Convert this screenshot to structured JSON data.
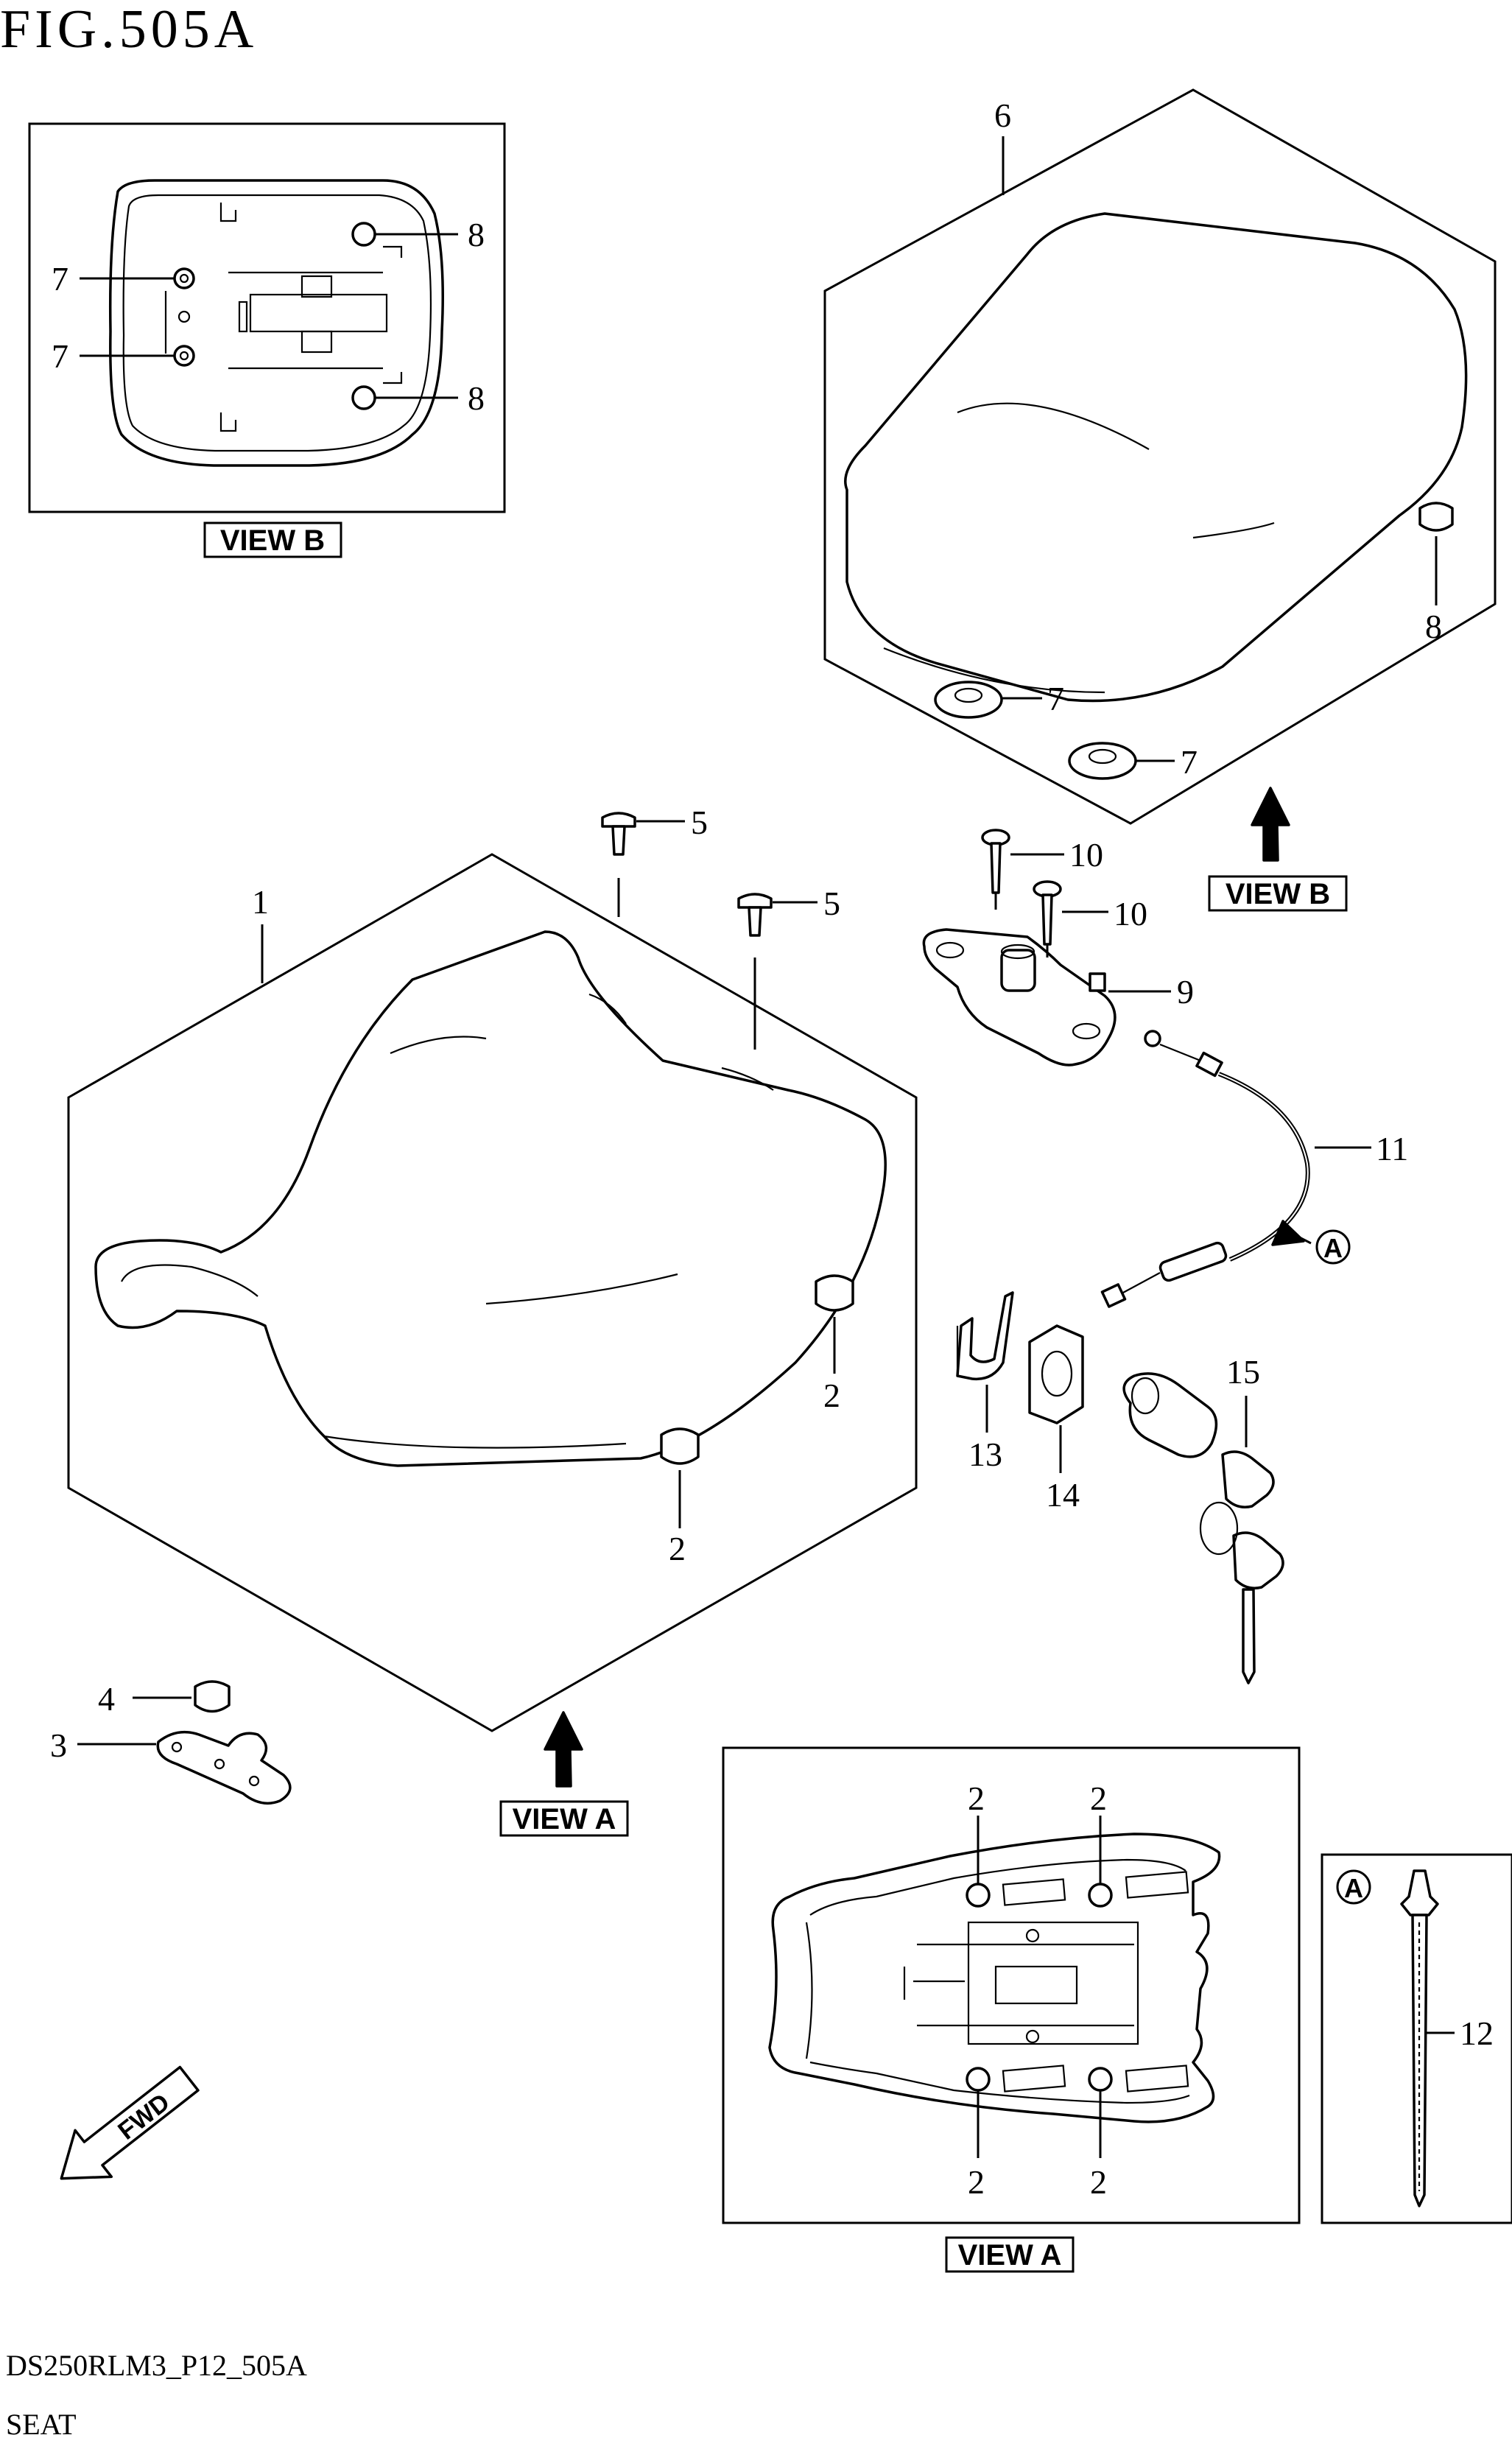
{
  "figure": {
    "title": "FIG.505A",
    "code": "DS250RLM3_P12_505A",
    "name": "SEAT"
  },
  "view_labels": {
    "view_a": "VIEW A",
    "view_b": "VIEW B",
    "circle_a": "A",
    "fwd": "FWD"
  },
  "callouts": {
    "p1": "1",
    "p2": "2",
    "p3": "3",
    "p4": "4",
    "p5": "5",
    "p6": "6",
    "p7": "7",
    "p8": "8",
    "p9": "9",
    "p10": "10",
    "p11": "11",
    "p12": "12",
    "p13": "13",
    "p14": "14",
    "p15": "15"
  }
}
